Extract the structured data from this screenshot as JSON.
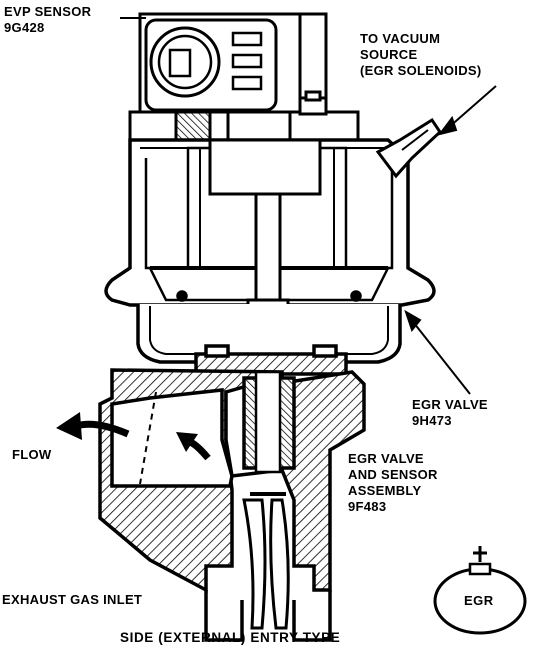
{
  "labels": {
    "evp_sensor": {
      "line1": "EVP SENSOR",
      "line2": "9G428"
    },
    "vacuum_source": {
      "line1": "TO VACUUM",
      "line2": "SOURCE",
      "line3": "(EGR SOLENOIDS)"
    },
    "egr_valve": {
      "line1": "EGR VALVE",
      "line2": "9H473"
    },
    "flow": "FLOW",
    "assembly": {
      "line1": "EGR VALVE",
      "line2": "AND SENSOR",
      "line3": "ASSEMBLY",
      "line4": "9F483"
    },
    "exhaust_inlet": "EXHAUST GAS INLET",
    "caption": "SIDE (EXTERNAL) ENTRY TYPE",
    "badge": "EGR"
  },
  "icons": {
    "flow_out": "curved-arrow-left-icon",
    "flow_in": "curved-arrow-up-icon",
    "badge_symbol": "plus-icon"
  },
  "colors": {
    "ink": "#000000",
    "paper": "#ffffff"
  }
}
